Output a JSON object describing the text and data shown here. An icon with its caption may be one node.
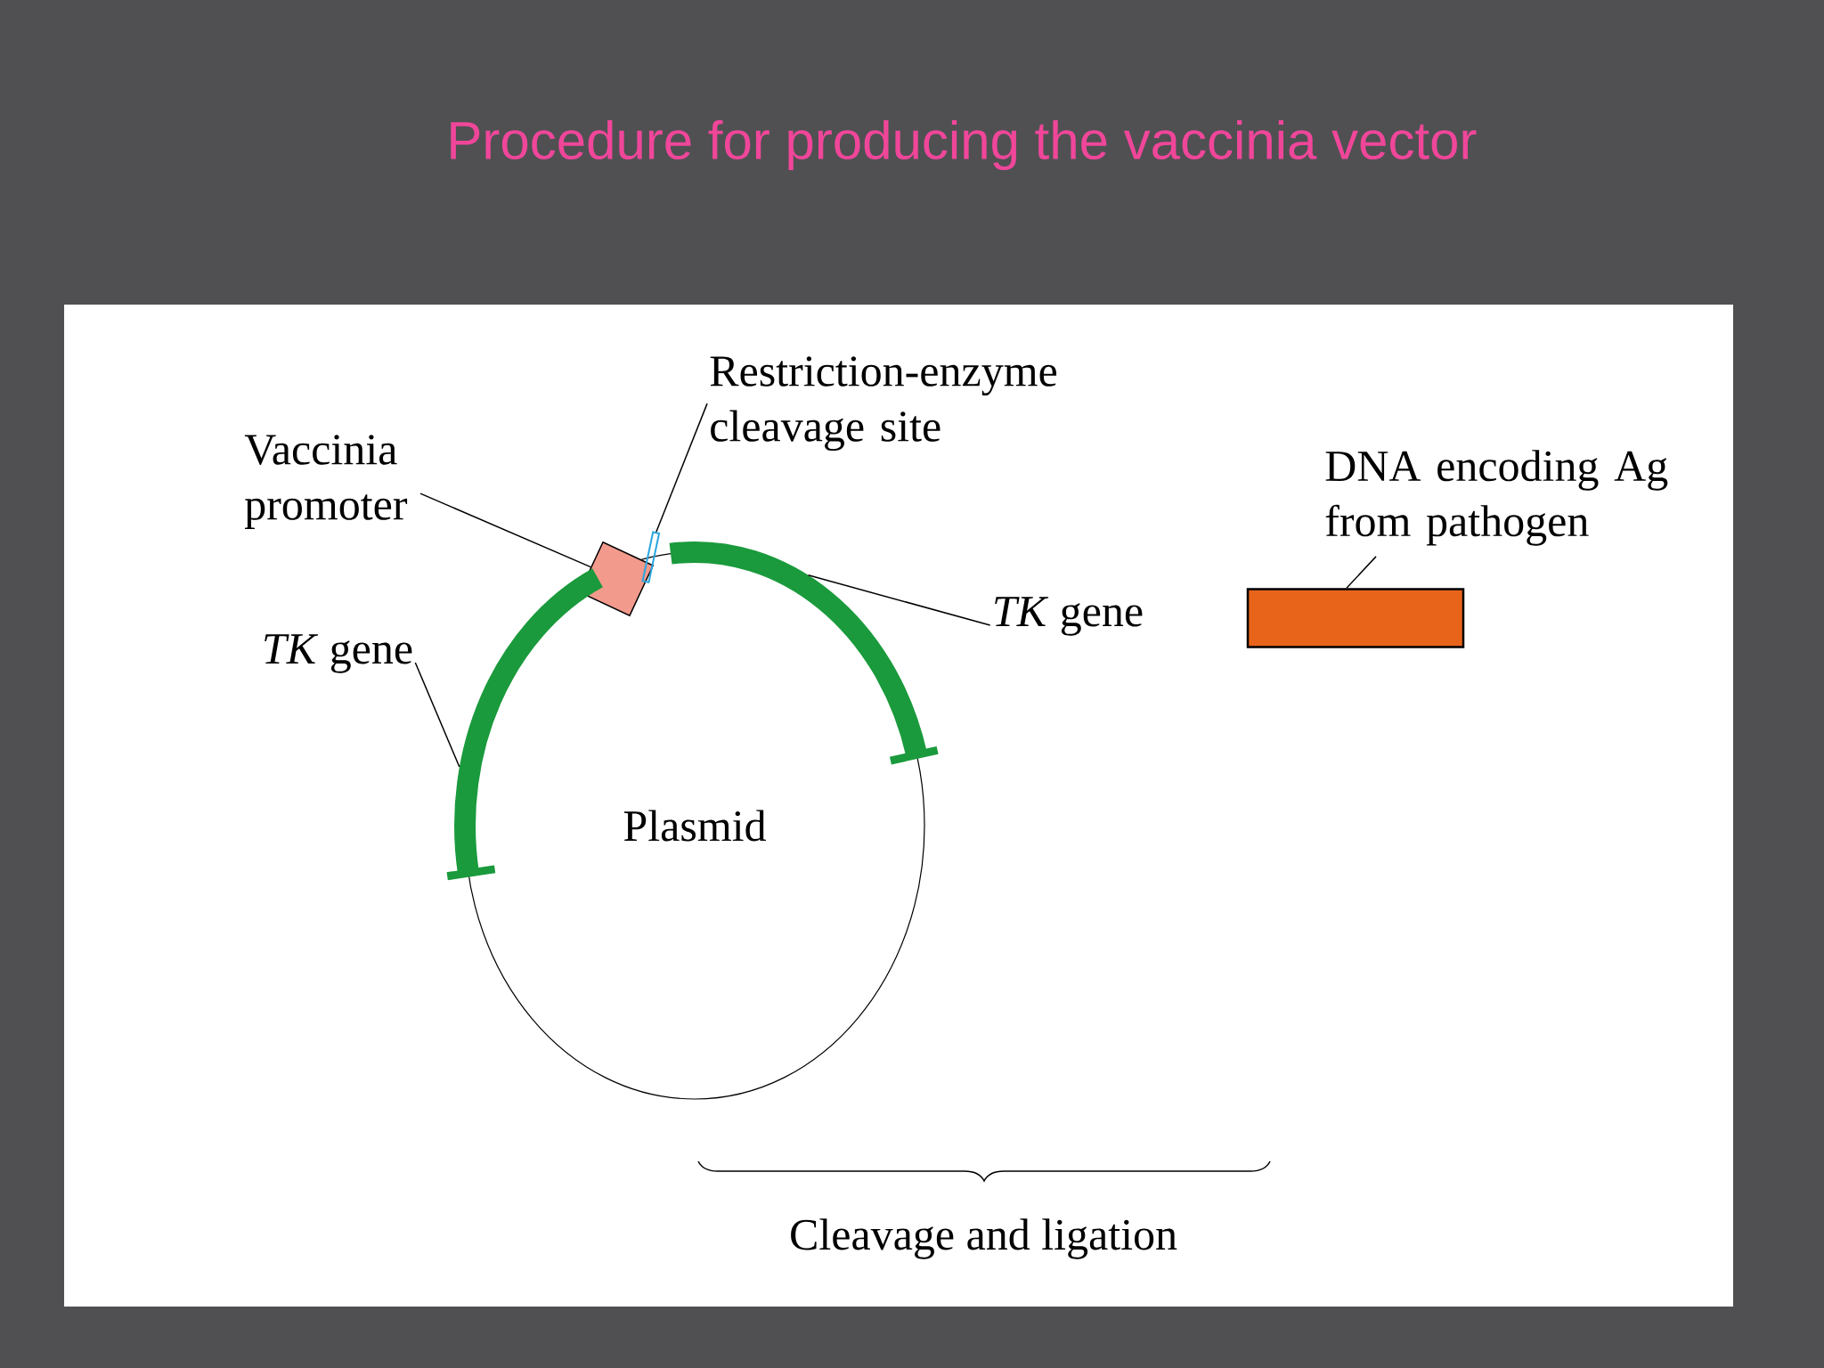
{
  "diagram": {
    "title": "Procedure for producing the vaccinia vector",
    "nodes": [
      {
        "text": [
          "Vaccinia promoter"
        ]
      },
      {
        "text": [
          "Restriction-enzyme cleavage site"
        ]
      },
      {
        "text": [],
        "shape": "box"
      },
      {
        "text": [],
        "shape": "bar"
      },
      {
        "text": [
          "DNA encoding Ag from pathogen"
        ]
      },
      {
        "text": [
          "*TK* gene"
        ]
      },
      {
        "text": [],
        "shape": "arc"
      },
      {
        "text": [
          "*TK* gene"
        ]
      },
      {
        "text": [],
        "shape": "arc"
      },
      {
        "text": [],
        "shape": "box"
      },
      {
        "text": [
          "Plasmid"
        ]
      }
    ],
    "edges": [
      {
        "from": 0,
        "to": 2,
        "arrow": "none"
      },
      {
        "from": 1,
        "to": 3,
        "arrow": "none"
      },
      {
        "from": 4,
        "to": 9,
        "arrow": "none"
      },
      {
        "from": 5,
        "to": 6,
        "arrow": "none"
      },
      {
        "from": 7,
        "to": 8,
        "arrow": "none"
      }
    ],
    "labels": [
      "Cleavage and ligation"
    ]
  }
}
